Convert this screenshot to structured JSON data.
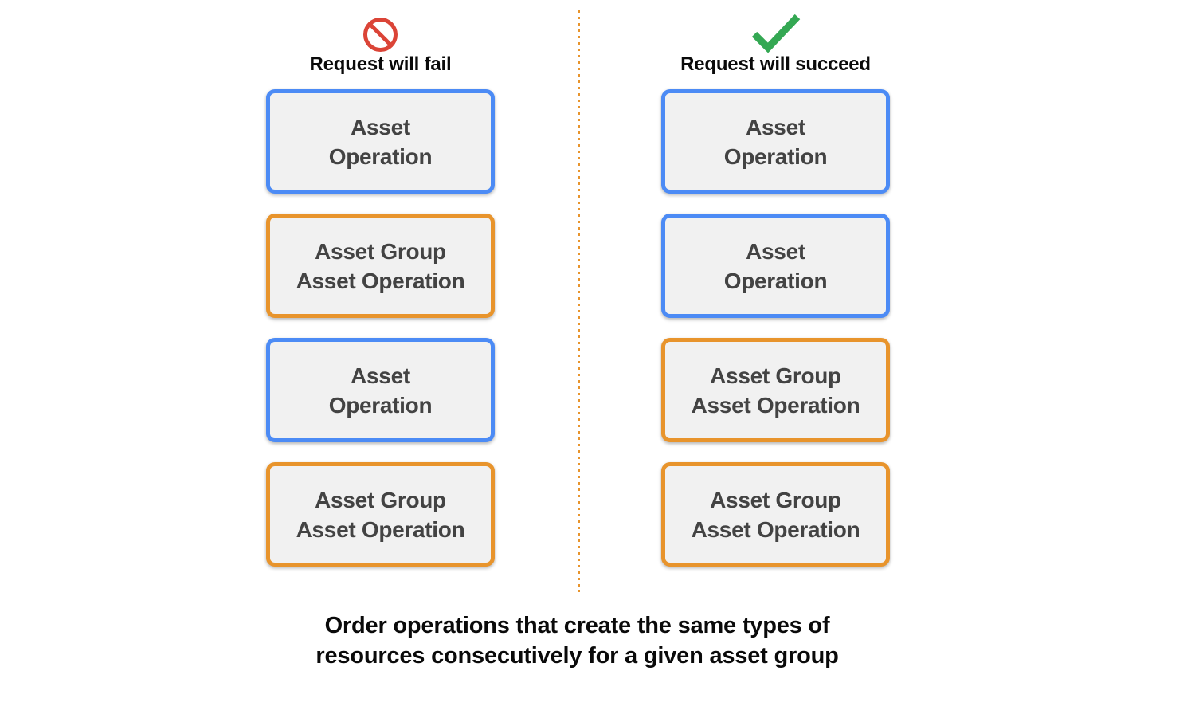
{
  "columns": {
    "fail": {
      "label": "Request will fail",
      "icon": "prohibition-icon",
      "boxes": [
        {
          "type": "asset-operation",
          "lines": [
            "Asset",
            "Operation"
          ]
        },
        {
          "type": "asset-group-asset-operation",
          "lines": [
            "Asset Group",
            "Asset Operation"
          ]
        },
        {
          "type": "asset-operation",
          "lines": [
            "Asset",
            "Operation"
          ]
        },
        {
          "type": "asset-group-asset-operation",
          "lines": [
            "Asset Group",
            "Asset Operation"
          ]
        }
      ]
    },
    "succeed": {
      "label": "Request will succeed",
      "icon": "checkmark-icon",
      "boxes": [
        {
          "type": "asset-operation",
          "lines": [
            "Asset",
            "Operation"
          ]
        },
        {
          "type": "asset-operation",
          "lines": [
            "Asset",
            "Operation"
          ]
        },
        {
          "type": "asset-group-asset-operation",
          "lines": [
            "Asset Group",
            "Asset Operation"
          ]
        },
        {
          "type": "asset-group-asset-operation",
          "lines": [
            "Asset Group",
            "Asset Operation"
          ]
        }
      ]
    }
  },
  "caption": {
    "lines": [
      "Order operations that create the same types of",
      "resources consecutively for a given asset group"
    ]
  },
  "colors": {
    "blue": "#4C8BF5",
    "orange": "#E8942C",
    "red": "#DB4437",
    "green": "#34A853",
    "box_bg": "#F1F1F1",
    "box_text": "#434343",
    "heading_text": "#0A0A0A"
  }
}
